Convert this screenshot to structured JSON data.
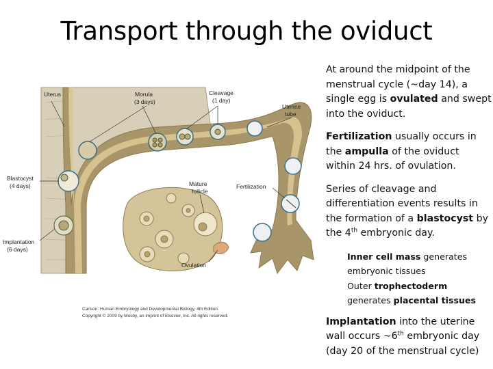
{
  "title": "Transport through the oviduct",
  "figure": {
    "labels": {
      "uterus": "Uterus",
      "morula_1": "Morula",
      "morula_2": "(3 days)",
      "cleavage_1": "Cleavage",
      "cleavage_2": "(1 day)",
      "uterine_tube_1": "Uterine",
      "uterine_tube_2": "tube",
      "blastocyst_1": "Blastocyst",
      "blastocyst_2": "(4 days)",
      "mature_follicle_1": "Mature",
      "mature_follicle_2": "follicle",
      "fertilization": "Fertilization",
      "implantation_1": "Implantation",
      "implantation_2": "(6 days)",
      "ovulation": "Ovulation"
    },
    "credit_1": "Carlson: Human Embryology and Developmental Biology, 4th Edition.",
    "credit_2": "Copyright © 2009 by Mosby, an imprint of Elsevier, Inc. All rights reserved."
  },
  "text": {
    "p1": {
      "a": "At around the midpoint of the menstrual cycle (~day 14), a single egg is ",
      "b": "ovulated",
      "c": " and swept into the oviduct."
    },
    "p2": {
      "a": "Fertilization",
      "b": " usually occurs in the ",
      "c": "ampulla",
      "d": " of the oviduct within 24 hrs. of ovulation."
    },
    "p3": {
      "a": "Series of cleavage and differentiation events results in the formation of a ",
      "b": "blastocyst",
      "c": " by the 4",
      "sup": "th",
      "d": " embryonic day."
    },
    "sub1": {
      "a": "Inner cell mass",
      "b": " generates embryonic tissues"
    },
    "sub2": {
      "a": "Outer ",
      "b": "trophectoderm",
      "c": " generates ",
      "d": "placental tissues"
    },
    "p4": {
      "a": "Implantation",
      "b": " into the uterine wall occurs ~6",
      "sup": "th",
      "c": " embryonic day (day 20 of the menstrual cycle)"
    }
  }
}
